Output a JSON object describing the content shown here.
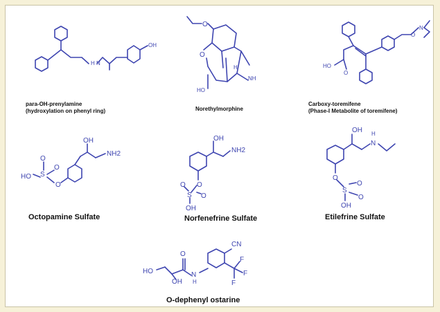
{
  "colors": {
    "structure": "#3e45b0",
    "caption": "#111111",
    "background": "#f6f1d8",
    "panel": "#ffffff"
  },
  "compounds": [
    {
      "id": "para-oh-prenylamine",
      "caption_lines": [
        "para-OH-prenylamine",
        "(hydroxylation on phenyl ring)"
      ],
      "atoms": {
        "nh": "H\nN",
        "oh": "OH"
      }
    },
    {
      "id": "norethylmorphine",
      "caption_lines": [
        "Norethylmorphine"
      ],
      "atoms": {
        "o1": "O",
        "o2": "O",
        "ho": "HO",
        "h": "H",
        "nh": "NH"
      }
    },
    {
      "id": "carboxy-toremifene",
      "caption_lines": [
        "Carboxy-toremifene",
        "(Phase-I Metabolite of  toremifene)"
      ],
      "atoms": {
        "o": "O",
        "n": "N",
        "ho": "HO",
        "o2": "O"
      }
    },
    {
      "id": "octopamine-sulfate",
      "caption_lines": [
        "Octopamine Sulfate"
      ],
      "atoms": {
        "oh": "OH",
        "nh2": "NH2",
        "ho": "HO",
        "s": "S",
        "o1": "O",
        "o2": "O",
        "o3": "O"
      }
    },
    {
      "id": "norfenefrine-sulfate",
      "caption_lines": [
        "Norfenefrine Sulfate"
      ],
      "atoms": {
        "oh": "OH",
        "nh2": "NH2",
        "o1": "O",
        "s": "S",
        "o2": "O",
        "o3": "O",
        "oh2": "OH"
      }
    },
    {
      "id": "etilefrine-sulfate",
      "caption_lines": [
        "Etilefrine Sulfate"
      ],
      "atoms": {
        "oh": "OH",
        "h": "H",
        "n": "N",
        "o1": "O",
        "s": "S",
        "o2": "O",
        "o3": "O",
        "oh2": "OH"
      }
    },
    {
      "id": "o-dephenyl-ostarine",
      "caption_lines": [
        "O-dephenyl ostarine"
      ],
      "atoms": {
        "cn": "CN",
        "o": "O",
        "ho": "HO",
        "oh": "OH",
        "nh": "N",
        "h": "H",
        "f1": "F",
        "f2": "F",
        "f3": "F"
      }
    }
  ]
}
